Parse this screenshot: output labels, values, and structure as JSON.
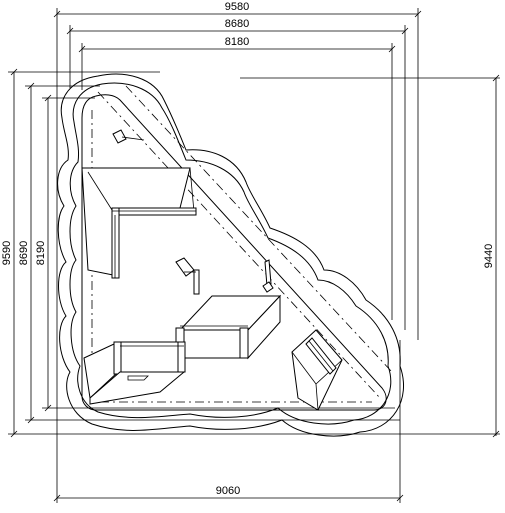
{
  "dimensions": {
    "top_outer": "9580",
    "top_middle": "8680",
    "top_inner": "8180",
    "left_outer": "9590",
    "left_middle": "8690",
    "left_inner": "8190",
    "right": "9440",
    "bottom": "9060"
  }
}
